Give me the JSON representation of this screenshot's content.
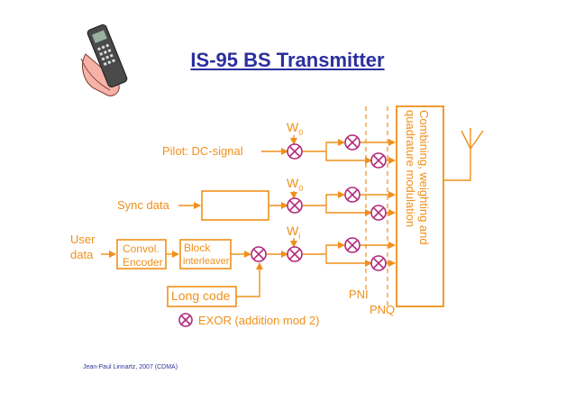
{
  "title": "IS-95 BS Transmitter",
  "labels": {
    "pilot": "Pilot: DC-signal",
    "sync": "Sync data",
    "user_line1": "User",
    "user_line2": "data",
    "convol_line1": "Convol.",
    "convol_line2": "Encoder",
    "block_line1": "Block",
    "block_line2": "interleaver",
    "long_code": "Long code",
    "pni": "PNI",
    "pnq": "PNQ",
    "combining_line1": "Combining, weighting and",
    "combining_line2": "quadrature modulation",
    "w0_a": "W",
    "w0_a_sub": "0",
    "w0_b": "W",
    "w0_b_sub": "0",
    "wi": "W",
    "wi_sub": "i",
    "legend": "EXOR (addition mod 2)"
  },
  "footer": "Jean-Paul Linnartz, 2007 (CDMA)",
  "colors": {
    "line": "#f0901a",
    "xor": "#b0287a",
    "title": "#2b2fa0"
  },
  "icons": [
    "mobile-phone-icon",
    "antenna-icon",
    "xor-icon"
  ]
}
